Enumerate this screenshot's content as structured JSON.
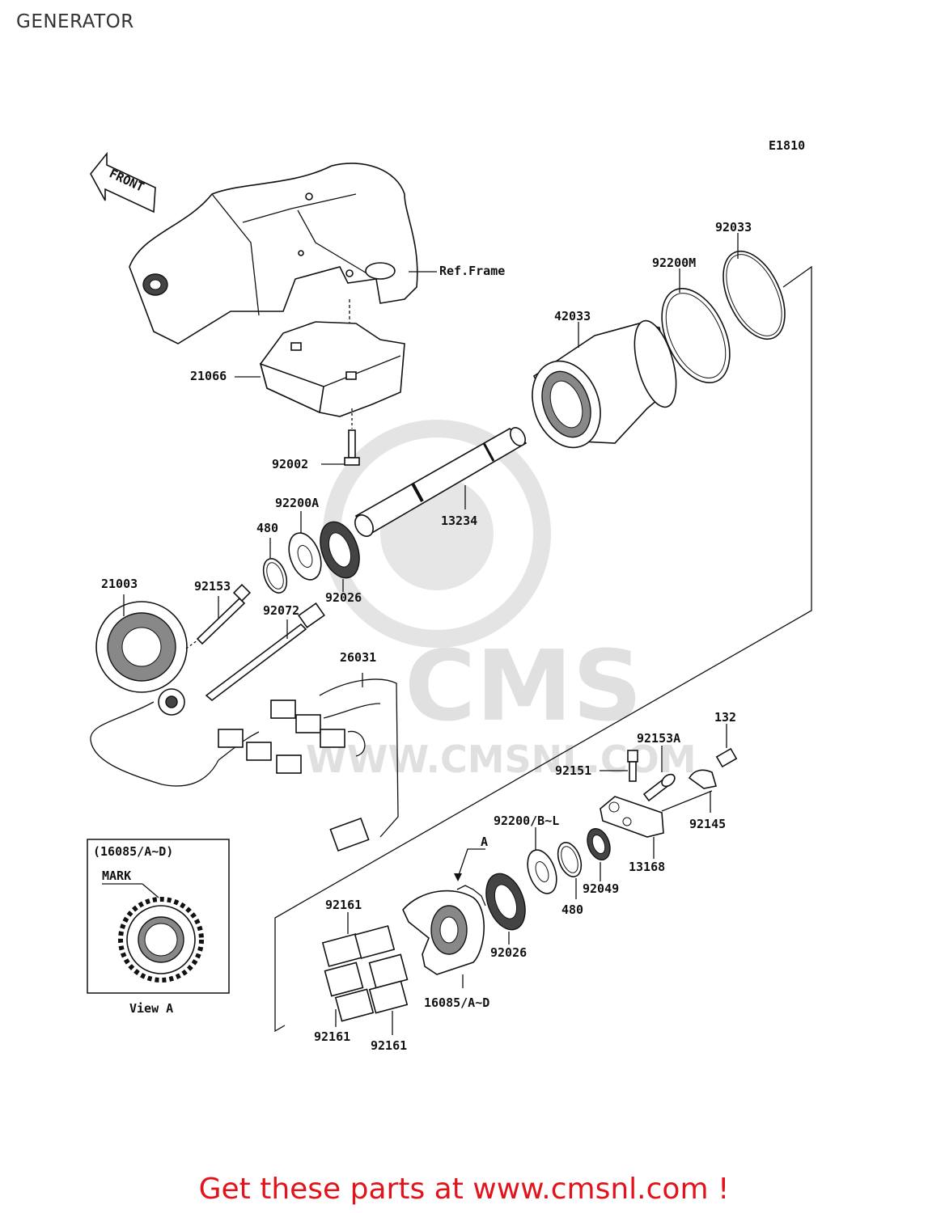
{
  "title": "GENERATOR",
  "diagram_code": "E1810",
  "front_label": "FRONT",
  "labels": {
    "ref_frame": "Ref.Frame",
    "p92033": "92033",
    "p92200M": "92200M",
    "p42033": "42033",
    "p21066": "21066",
    "p92002": "92002",
    "p92200A": "92200A",
    "p480_top": "480",
    "p13234": "13234",
    "p92026_top": "92026",
    "p21003": "21003",
    "p92153": "92153",
    "p92072": "92072",
    "p26031": "26031",
    "p132": "132",
    "p92153A": "92153A",
    "p92151": "92151",
    "p92145": "92145",
    "p92200BL": "92200/B~L",
    "p13168": "13168",
    "p92049": "92049",
    "p480_bot": "480",
    "pA": "A",
    "p92161_top": "92161",
    "p92026_bot": "92026",
    "p16085": "16085/A~D",
    "p92161_left": "92161",
    "p92161_right": "92161"
  },
  "view_a": {
    "heading": "(16085/A~D)",
    "mark": "MARK",
    "caption": "View A"
  },
  "watermark": {
    "brand": "CMS",
    "url": "WWW.CMSNL.COM"
  },
  "footer": "Get these parts at www.cmsnl.com !",
  "colors": {
    "footer": "#e1141b",
    "watermark": "#e0e0e0",
    "ink": "#111111"
  }
}
